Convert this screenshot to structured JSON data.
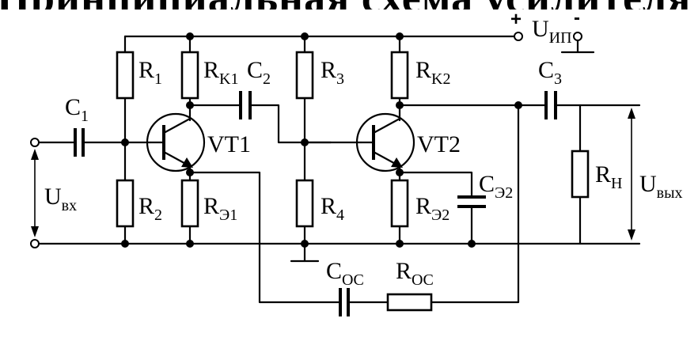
{
  "heading": "Принципиальная схема усилителя",
  "labels": {
    "r1": {
      "main": "R",
      "sub": "1"
    },
    "rk1": {
      "main": "R",
      "sub": "K1"
    },
    "c2": {
      "main": "C",
      "sub": "2"
    },
    "r3": {
      "main": "R",
      "sub": "3"
    },
    "rk2": {
      "main": "R",
      "sub": "K2"
    },
    "c3": {
      "main": "C",
      "sub": "3"
    },
    "c1": {
      "main": "C",
      "sub": "1"
    },
    "vt1": "VT1",
    "vt2": "VT2",
    "uvx": {
      "main": "U",
      "sub": "вх"
    },
    "r2": {
      "main": "R",
      "sub": "2"
    },
    "re1": {
      "main": "R",
      "sub": "Э1"
    },
    "r4": {
      "main": "R",
      "sub": "4"
    },
    "re2": {
      "main": "R",
      "sub": "Э2"
    },
    "ce2": {
      "main": "C",
      "sub": "Э2"
    },
    "rn": {
      "main": "R",
      "sub": "H"
    },
    "uvyx": {
      "main": "U",
      "sub": "вых"
    },
    "coc": {
      "main": "C",
      "sub": "OC"
    },
    "roc": {
      "main": "R",
      "sub": "OC"
    },
    "uip": {
      "main": "U",
      "sub": "ИП"
    },
    "plus": "+",
    "minus": "-"
  }
}
